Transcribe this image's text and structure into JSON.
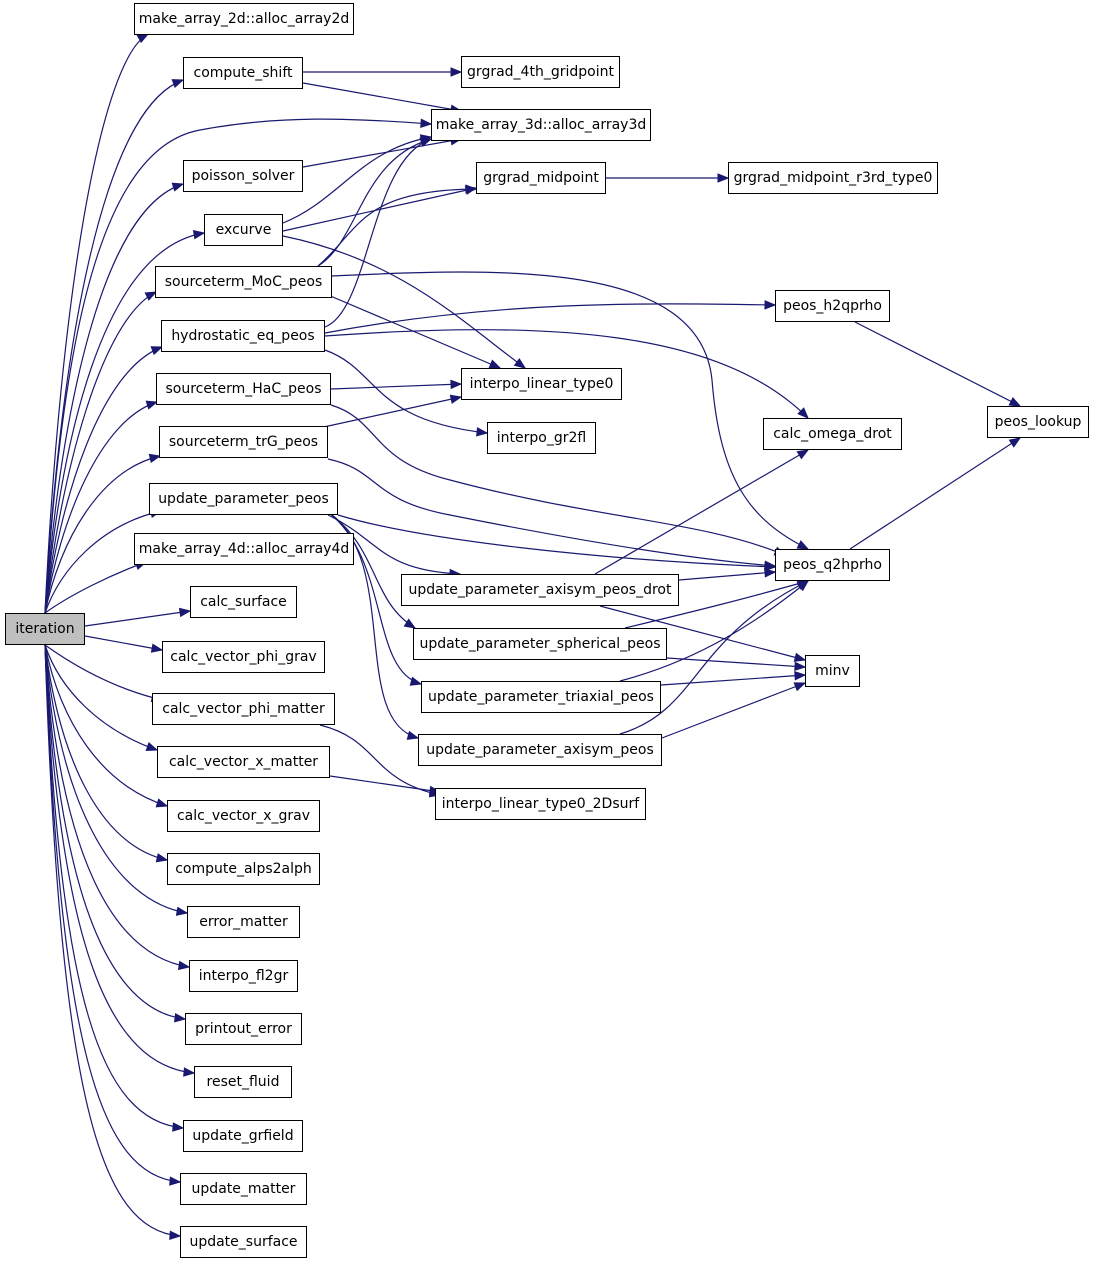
{
  "colors": {
    "edge": "#191970",
    "root_fill": "#bfbfbf",
    "node_fill": "#ffffff",
    "node_border": "#000000"
  },
  "nodes": {
    "iteration": "iteration",
    "alloc2d": "make_array_2d::alloc_array2d",
    "compute_shift": "compute_shift",
    "grgrad4": "grgrad_4th_gridpoint",
    "alloc3d": "make_array_3d::alloc_array3d",
    "poisson": "poisson_solver",
    "grgrad_mid": "grgrad_midpoint",
    "grgrad_mid_r3": "grgrad_midpoint_r3rd_type0",
    "excurve": "excurve",
    "src_moc": "sourceterm_MoC_peos",
    "peos_h2q": "peos_h2qprho",
    "hydro": "hydrostatic_eq_peos",
    "interp_lin": "interpo_linear_type0",
    "src_hac": "sourceterm_HaC_peos",
    "peos_lookup": "peos_lookup",
    "interp_gr2fl": "interpo_gr2fl",
    "calc_omega": "calc_omega_drot",
    "src_trg": "sourceterm_trG_peos",
    "upd_param": "update_parameter_peos",
    "peos_q2h": "peos_q2hprho",
    "alloc4d": "make_array_4d::alloc_array4d",
    "upd_axi_drot": "update_parameter_axisym_peos_drot",
    "calc_surface": "calc_surface",
    "upd_sph": "update_parameter_spherical_peos",
    "calc_vpg": "calc_vector_phi_grav",
    "minv": "minv",
    "upd_tri": "update_parameter_triaxial_peos",
    "calc_vpm": "calc_vector_phi_matter",
    "upd_axi": "update_parameter_axisym_peos",
    "calc_vxm": "calc_vector_x_matter",
    "interp_2d": "interpo_linear_type0_2Dsurf",
    "calc_vxg": "calc_vector_x_grav",
    "alps": "compute_alps2alph",
    "err": "error_matter",
    "interp_fl2gr": "interpo_fl2gr",
    "printout": "printout_error",
    "reset": "reset_fluid",
    "upd_grfield": "update_grfield",
    "upd_matter": "update_matter",
    "upd_surface": "update_surface"
  }
}
